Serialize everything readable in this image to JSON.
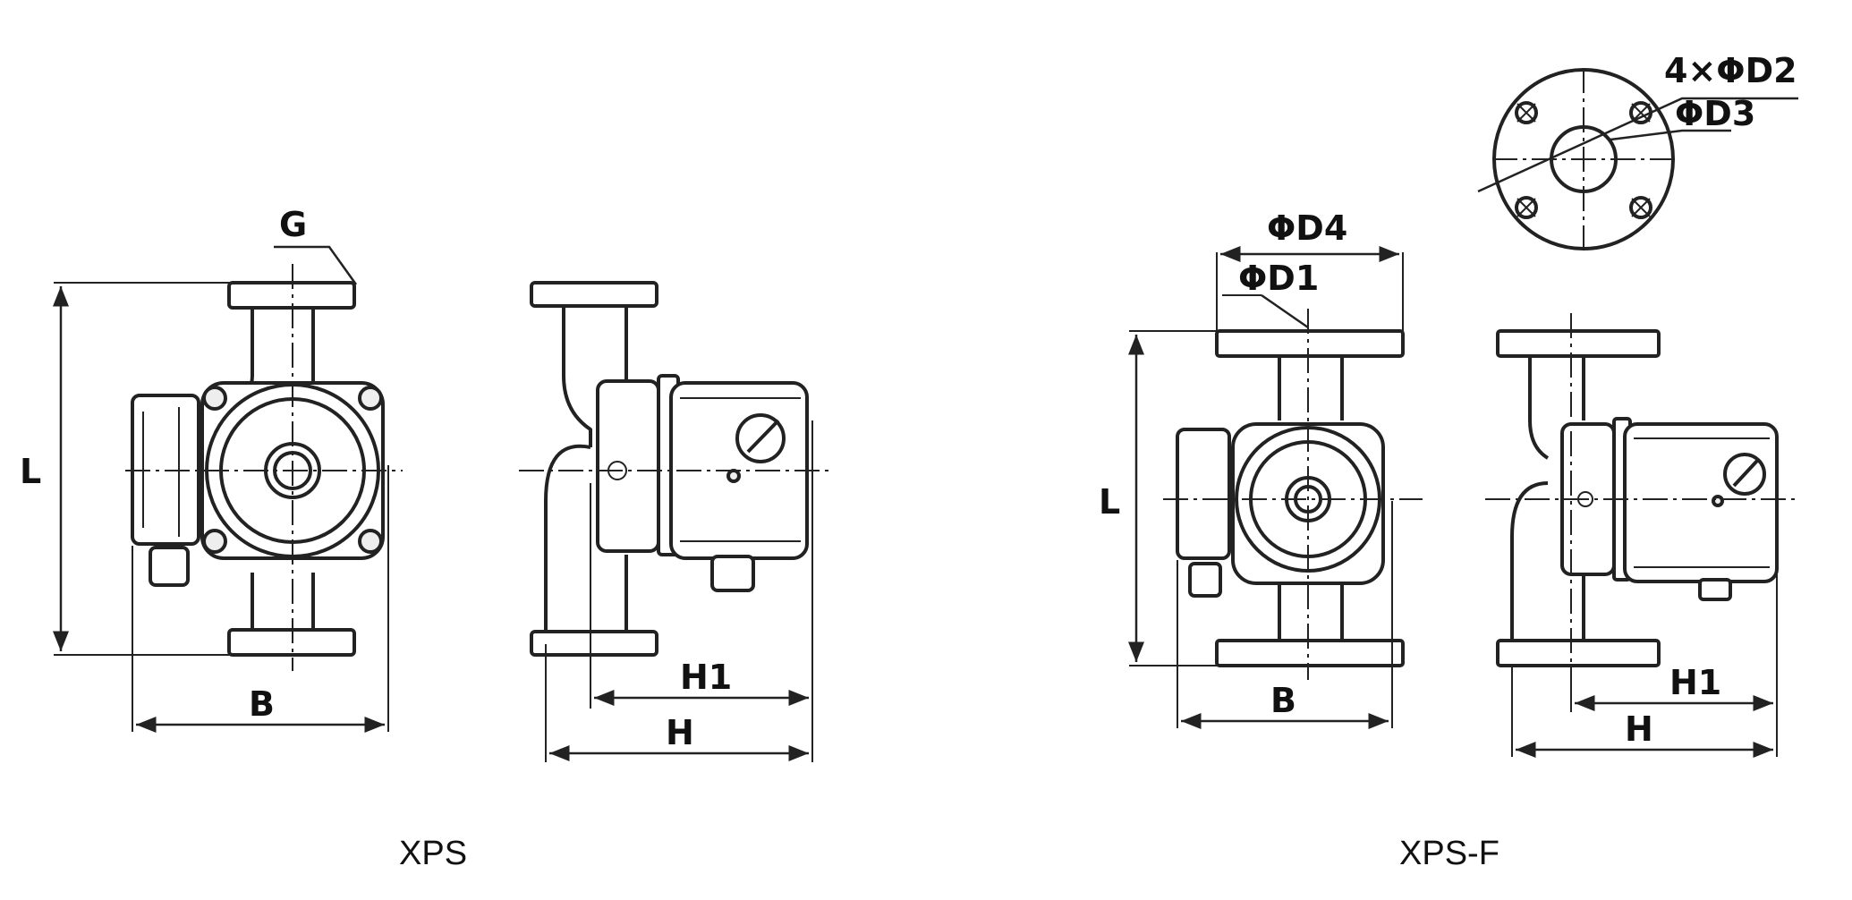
{
  "models": {
    "xps": {
      "caption": "XPS",
      "labels": {
        "g": "G",
        "l": "L",
        "b": "B",
        "h1": "H1",
        "h": "H"
      }
    },
    "xps_f": {
      "caption": "XPS-F",
      "labels": {
        "d4": "ΦD4",
        "d1": "ΦD1",
        "d2": "4×ΦD2",
        "d3": "ΦD3",
        "l": "L",
        "b": "B",
        "h1": "H1",
        "h": "H"
      }
    }
  }
}
